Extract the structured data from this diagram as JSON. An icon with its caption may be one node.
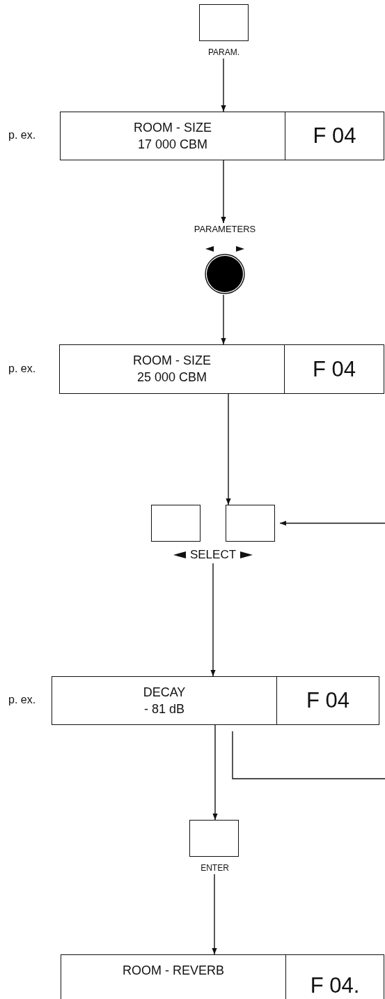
{
  "diagram": {
    "nodes": [
      {
        "text": [
          "PARAM."
        ]
      },
      {
        "text": [
          "ROOM - SIZE",
          "17 000 CBM",
          "F 04"
        ],
        "beside": [
          "p. ex."
        ]
      },
      {
        "text": [
          "PARAMETERS"
        ]
      },
      {
        "text": [
          "ROOM - SIZE",
          "25 000 CBM",
          "F 04"
        ],
        "beside": [
          "p. ex."
        ]
      },
      {
        "text": [],
        "shape": "box"
      },
      {
        "text": [],
        "shape": "box"
      },
      {
        "text": [
          "SELECT"
        ]
      },
      {
        "text": [
          "DECAY",
          "- 81 dB",
          "F 04"
        ],
        "beside": [
          "p. ex."
        ]
      },
      {
        "text": [
          "ENTER"
        ]
      },
      {
        "text": [
          "ROOM - REVERB",
          "F 04."
        ]
      }
    ],
    "edges": [
      {
        "from": 0,
        "to": 1,
        "arrow": "to"
      },
      {
        "from": 1,
        "to": 2,
        "arrow": "to"
      },
      {
        "from": 2,
        "to": 3,
        "arrow": "to"
      },
      {
        "from": 3,
        "to": 5,
        "arrow": "to"
      },
      {
        "from": null,
        "to": 5,
        "arrow": "to"
      },
      {
        "from": 6,
        "to": 7,
        "arrow": "to"
      },
      {
        "from": 7,
        "to": null,
        "arrow": "none"
      },
      {
        "from": 7,
        "to": 8,
        "arrow": "to"
      },
      {
        "from": 8,
        "to": 9,
        "arrow": "to"
      }
    ]
  }
}
